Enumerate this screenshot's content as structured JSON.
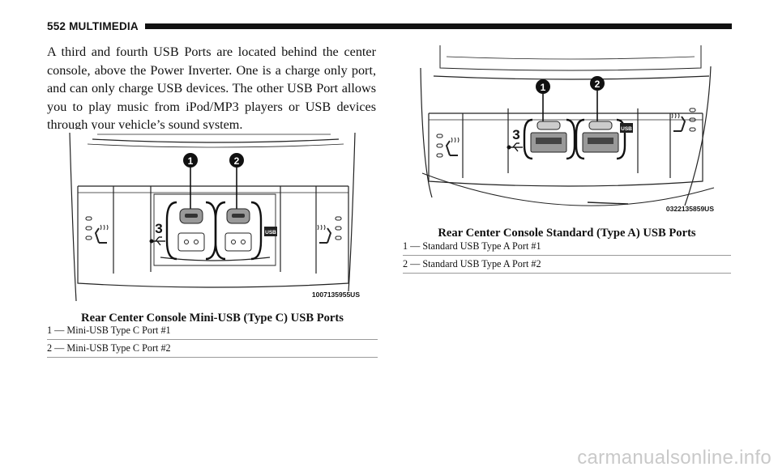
{
  "header": {
    "page_number": "552",
    "section": "MULTIMEDIA"
  },
  "body_paragraph": "A third and fourth USB Ports are located behind the center console, above the Power Inverter. One is a charge only port, and can only charge USB devices. The other USB Port allows you to play music from iPod/MP3 players or USB devices through your vehicle’s sound system.",
  "figure_left": {
    "callout_1": "1",
    "callout_2": "2",
    "port_number": "3",
    "usb_badge": "USB",
    "image_code": "1007135955US",
    "caption": "Rear Center Console Mini-USB (Type C) USB Ports",
    "legend": [
      "1 — Mini-USB Type C Port #1",
      "2 — Mini-USB Type C Port #2"
    ]
  },
  "figure_right": {
    "callout_1": "1",
    "callout_2": "2",
    "port_number": "3",
    "usb_badge": "USB",
    "image_code": "0322135859US",
    "caption": "Rear Center Console Standard (Type A) USB Ports",
    "legend": [
      "1 — Standard USB Type A Port #1",
      "2 — Standard USB Type A Port #2"
    ]
  },
  "watermark": "carmanualsonline.info"
}
